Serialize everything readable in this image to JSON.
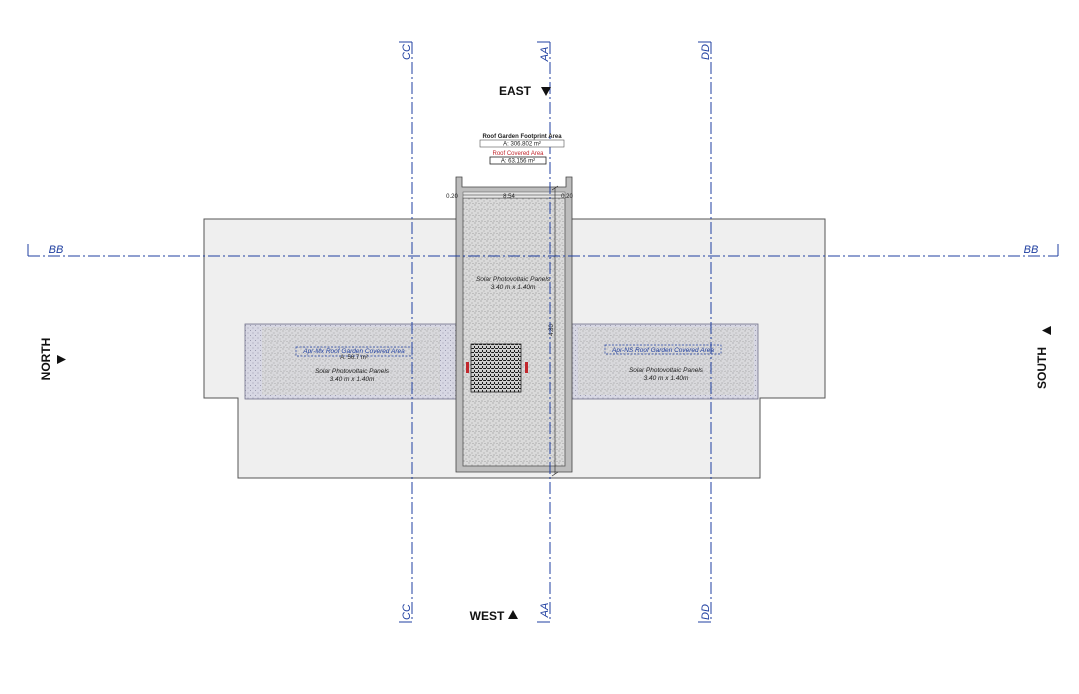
{
  "colors": {
    "section_line": "#1f3fa0",
    "footprint_label": "#c1272d",
    "building_fill": "#efefef",
    "panel_zone_fill": "#d9d9e6",
    "outline": "#444444"
  },
  "sections": {
    "cc": "CC",
    "aa": "AA",
    "dd": "DD",
    "bb": "BB"
  },
  "compass": {
    "east": "EAST",
    "west": "WEST",
    "north": "NORTH",
    "south": "SOUTH"
  },
  "tags": {
    "garden_title": "Roof Garden Footprint Area",
    "garden_value": "A: 306.802 m²",
    "covered_title": "Roof Covered Area",
    "covered_value": "A: 63.156 m²"
  },
  "dimensions": {
    "left_small": "0.20",
    "top_width": "8.54",
    "top_right": "0.20",
    "side_length": "4.80"
  },
  "panels": {
    "top": {
      "name": "Solar Photovoltaic Panels",
      "size": "3.40 m x 1.40m"
    },
    "left": {
      "area": "Apr-Mx Roof Garden Covered Area",
      "value": "A: 56.7 m²",
      "name": "Solar Photovoltaic Panels",
      "size": "3.40 m x 1.40m"
    },
    "right": {
      "area": "Apr-NS Roof Garden Covered Area",
      "name": "Solar Photovoltaic Panels",
      "size": "3.40 m x 1.40m"
    }
  }
}
